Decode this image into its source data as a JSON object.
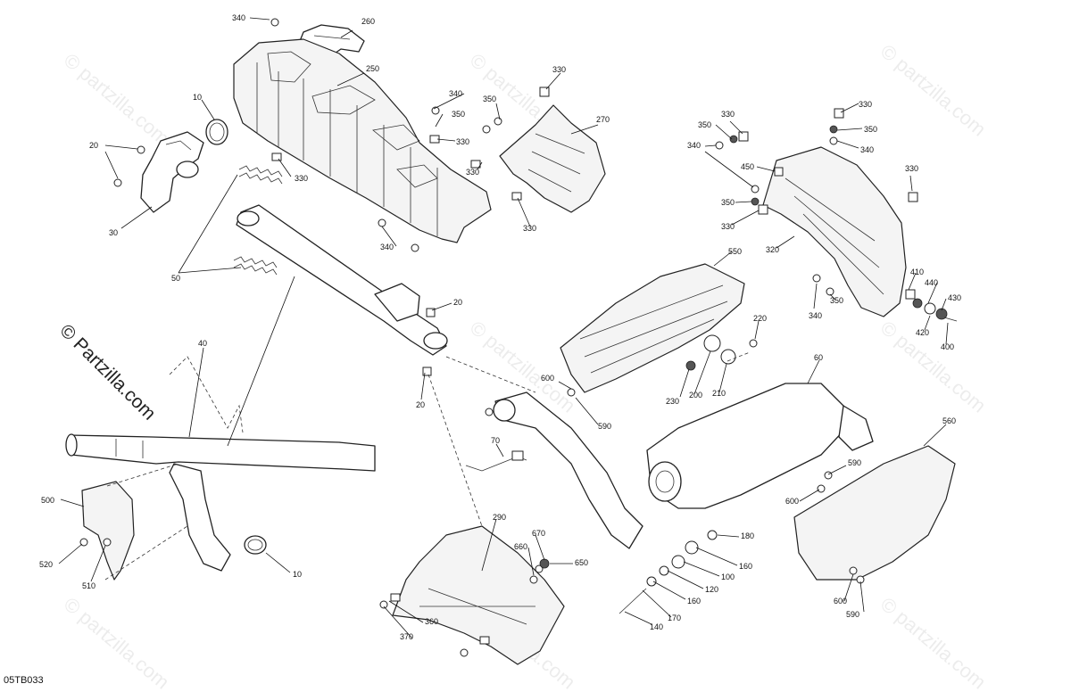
{
  "diagram": {
    "code": "05TB033",
    "watermark": "© Partzilla.com",
    "watermark_small": "© partzilla.com",
    "callouts": [
      {
        "id": "c340a",
        "text": "340"
      },
      {
        "id": "c260",
        "text": "260"
      },
      {
        "id": "c250",
        "text": "250"
      },
      {
        "id": "c10a",
        "text": "10"
      },
      {
        "id": "c20a",
        "text": "20"
      },
      {
        "id": "c30",
        "text": "30"
      },
      {
        "id": "c330a",
        "text": "330"
      },
      {
        "id": "c50",
        "text": "50"
      },
      {
        "id": "c340b",
        "text": "340"
      },
      {
        "id": "c350a",
        "text": "350"
      },
      {
        "id": "c330b",
        "text": "330"
      },
      {
        "id": "c350b",
        "text": "350"
      },
      {
        "id": "c330c",
        "text": "330"
      },
      {
        "id": "c270",
        "text": "270"
      },
      {
        "id": "c330d",
        "text": "330"
      },
      {
        "id": "c340c",
        "text": "340"
      },
      {
        "id": "c330e",
        "text": "330"
      },
      {
        "id": "c20b",
        "text": "20"
      },
      {
        "id": "c20c",
        "text": "20"
      },
      {
        "id": "c40",
        "text": "40"
      },
      {
        "id": "c330f",
        "text": "330"
      },
      {
        "id": "c350c",
        "text": "350"
      },
      {
        "id": "c340d",
        "text": "340"
      },
      {
        "id": "c330g",
        "text": "330"
      },
      {
        "id": "c350d",
        "text": "350"
      },
      {
        "id": "c340e",
        "text": "340"
      },
      {
        "id": "c450",
        "text": "450"
      },
      {
        "id": "c350e",
        "text": "350"
      },
      {
        "id": "c330h",
        "text": "330"
      },
      {
        "id": "c330i",
        "text": "330"
      },
      {
        "id": "c320",
        "text": "320"
      },
      {
        "id": "c550",
        "text": "550"
      },
      {
        "id": "c410",
        "text": "410"
      },
      {
        "id": "c440",
        "text": "440"
      },
      {
        "id": "c430",
        "text": "430"
      },
      {
        "id": "c420",
        "text": "420"
      },
      {
        "id": "c400",
        "text": "400"
      },
      {
        "id": "c340f",
        "text": "340"
      },
      {
        "id": "c350f",
        "text": "350"
      },
      {
        "id": "c220",
        "text": "220"
      },
      {
        "id": "c600a",
        "text": "600"
      },
      {
        "id": "c590a",
        "text": "590"
      },
      {
        "id": "c230",
        "text": "230"
      },
      {
        "id": "c200",
        "text": "200"
      },
      {
        "id": "c210",
        "text": "210"
      },
      {
        "id": "c60",
        "text": "60"
      },
      {
        "id": "c560",
        "text": "560"
      },
      {
        "id": "c70",
        "text": "70"
      },
      {
        "id": "c590b",
        "text": "590"
      },
      {
        "id": "c600b",
        "text": "600"
      },
      {
        "id": "c500",
        "text": "500"
      },
      {
        "id": "c520",
        "text": "520"
      },
      {
        "id": "c510",
        "text": "510"
      },
      {
        "id": "c10b",
        "text": "10"
      },
      {
        "id": "c290",
        "text": "290"
      },
      {
        "id": "c670",
        "text": "670"
      },
      {
        "id": "c660",
        "text": "660"
      },
      {
        "id": "c650",
        "text": "650"
      },
      {
        "id": "c180",
        "text": "180"
      },
      {
        "id": "c160a",
        "text": "160"
      },
      {
        "id": "c100",
        "text": "100"
      },
      {
        "id": "c120",
        "text": "120"
      },
      {
        "id": "c160b",
        "text": "160"
      },
      {
        "id": "c170",
        "text": "170"
      },
      {
        "id": "c140",
        "text": "140"
      },
      {
        "id": "c360",
        "text": "360"
      },
      {
        "id": "c370",
        "text": "370"
      },
      {
        "id": "c600c",
        "text": "600"
      },
      {
        "id": "c590c",
        "text": "590"
      }
    ]
  }
}
